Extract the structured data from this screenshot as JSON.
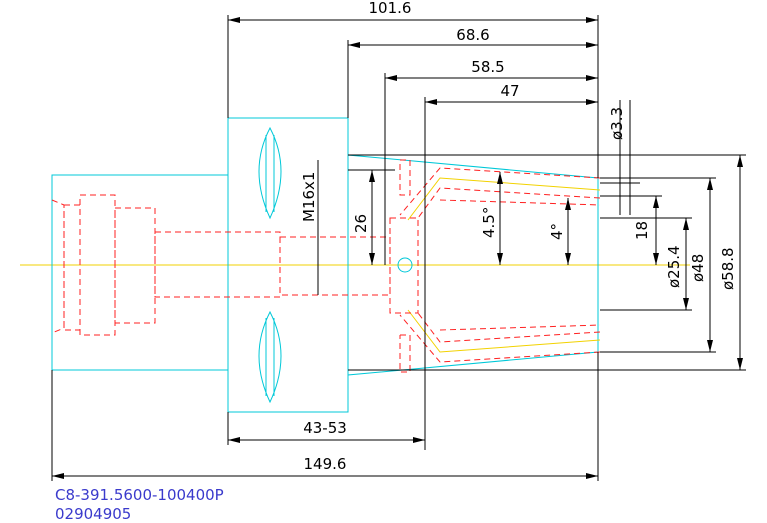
{
  "dimensions": {
    "overall_top": "101.6",
    "d68": "68.6",
    "d58": "58.5",
    "d47": "47",
    "thread": "M16x1",
    "d26": "26",
    "taper_outer": "4.5°",
    "taper_inner": "4°",
    "phi33": "ø3.3",
    "d18": "18",
    "phi254": "ø25.4",
    "phi48": "ø48",
    "phi588": "ø58.8",
    "range": "43-53",
    "overall_bottom": "149.6"
  },
  "part": {
    "number": "C8-391.5600-100400P",
    "code": "02904905"
  },
  "colors": {
    "outline": "#00c8d8",
    "hidden": "#ff2020",
    "centerline": "#f2d200",
    "dimension": "#000000",
    "part_text": "#3a3acc"
  }
}
